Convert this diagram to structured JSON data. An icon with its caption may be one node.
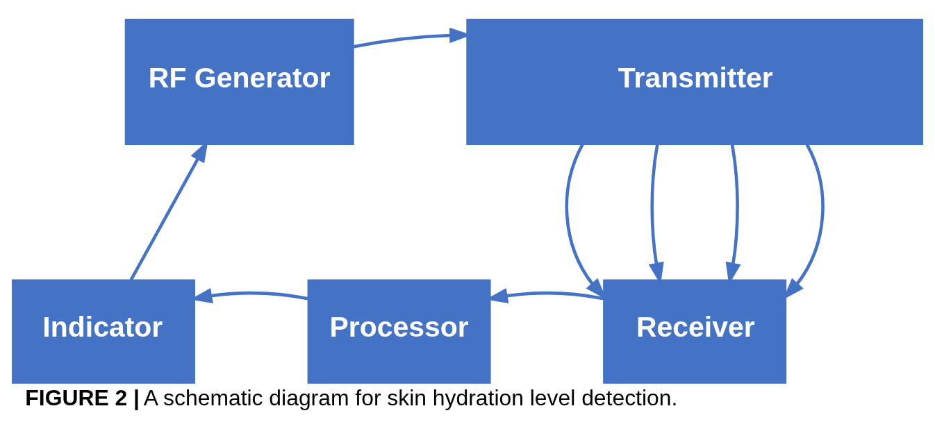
{
  "diagram": {
    "caption": "**FIGURE 2 |** A schematic diagram for skin hydration level detection.",
    "nodes": [
      {
        "text": [
          "RF Generator"
        ]
      },
      {
        "text": [
          "Transmitter"
        ]
      },
      {
        "text": [
          "Indicator"
        ]
      },
      {
        "text": [
          "Processor"
        ]
      },
      {
        "text": [
          "Receiver"
        ]
      }
    ],
    "edges": [
      {
        "from": 0,
        "to": 1,
        "arrow": "to"
      },
      {
        "from": 1,
        "to": 4,
        "arrow": "to"
      },
      {
        "from": 1,
        "to": 4,
        "arrow": "to"
      },
      {
        "from": 1,
        "to": 4,
        "arrow": "to"
      },
      {
        "from": 1,
        "to": 4,
        "arrow": "to"
      },
      {
        "from": 4,
        "to": 3,
        "arrow": "to"
      },
      {
        "from": 3,
        "to": 2,
        "arrow": "to"
      },
      {
        "from": 2,
        "to": 0,
        "arrow": "to"
      }
    ]
  }
}
